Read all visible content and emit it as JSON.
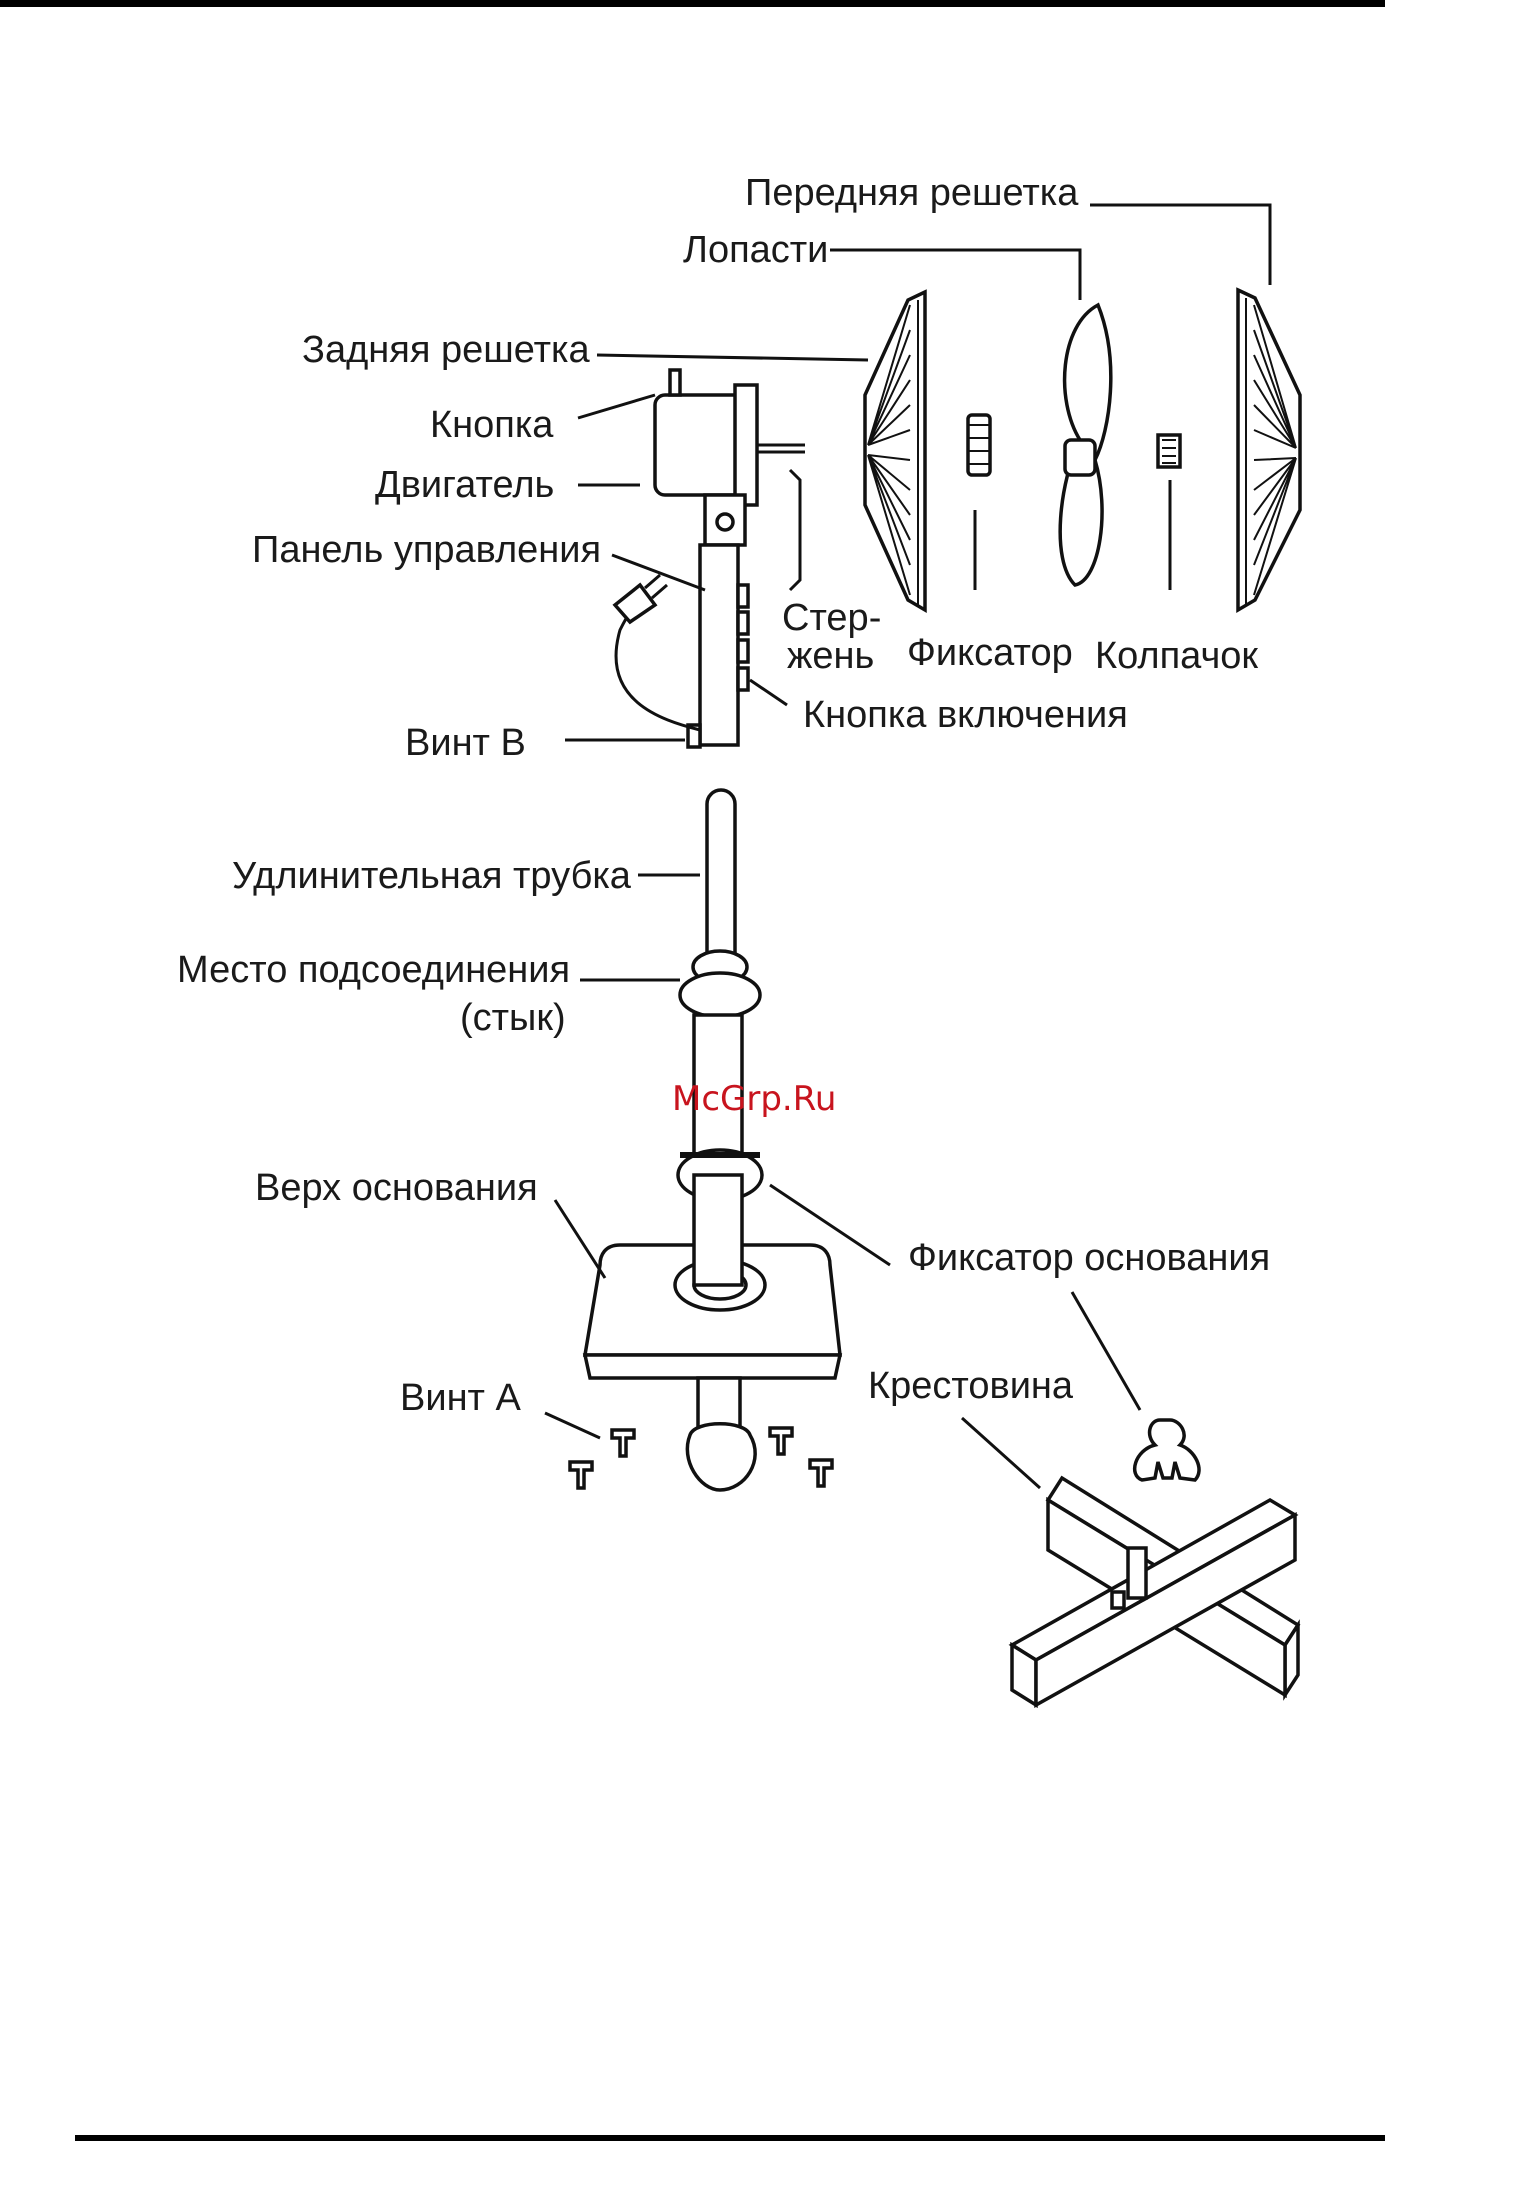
{
  "labels": {
    "front_grille": "Передняя решетка",
    "blades": "Лопасти",
    "rear_grille": "Задняя решетка",
    "button": "Кнопка",
    "motor": "Двигатель",
    "control_panel": "Панель управления",
    "shaft_line1": "Стер-",
    "shaft_line2": "жень",
    "clamp": "Фиксатор",
    "cap": "Колпачок",
    "power_button": "Кнопка включения",
    "screw_b": "Винт В",
    "extension_tube": "Удлинительная трубка",
    "joint_line1": "Место подсоединения",
    "joint_line2": "(стык)",
    "base_top": "Верх основания",
    "base_clamp": "Фиксатор основания",
    "screw_a": "Винт А",
    "cross_base": "Крестовина"
  },
  "watermark": "McGrp.Ru",
  "colors": {
    "ink": "#111111",
    "watermark": "#c8141e",
    "background": "#ffffff"
  }
}
